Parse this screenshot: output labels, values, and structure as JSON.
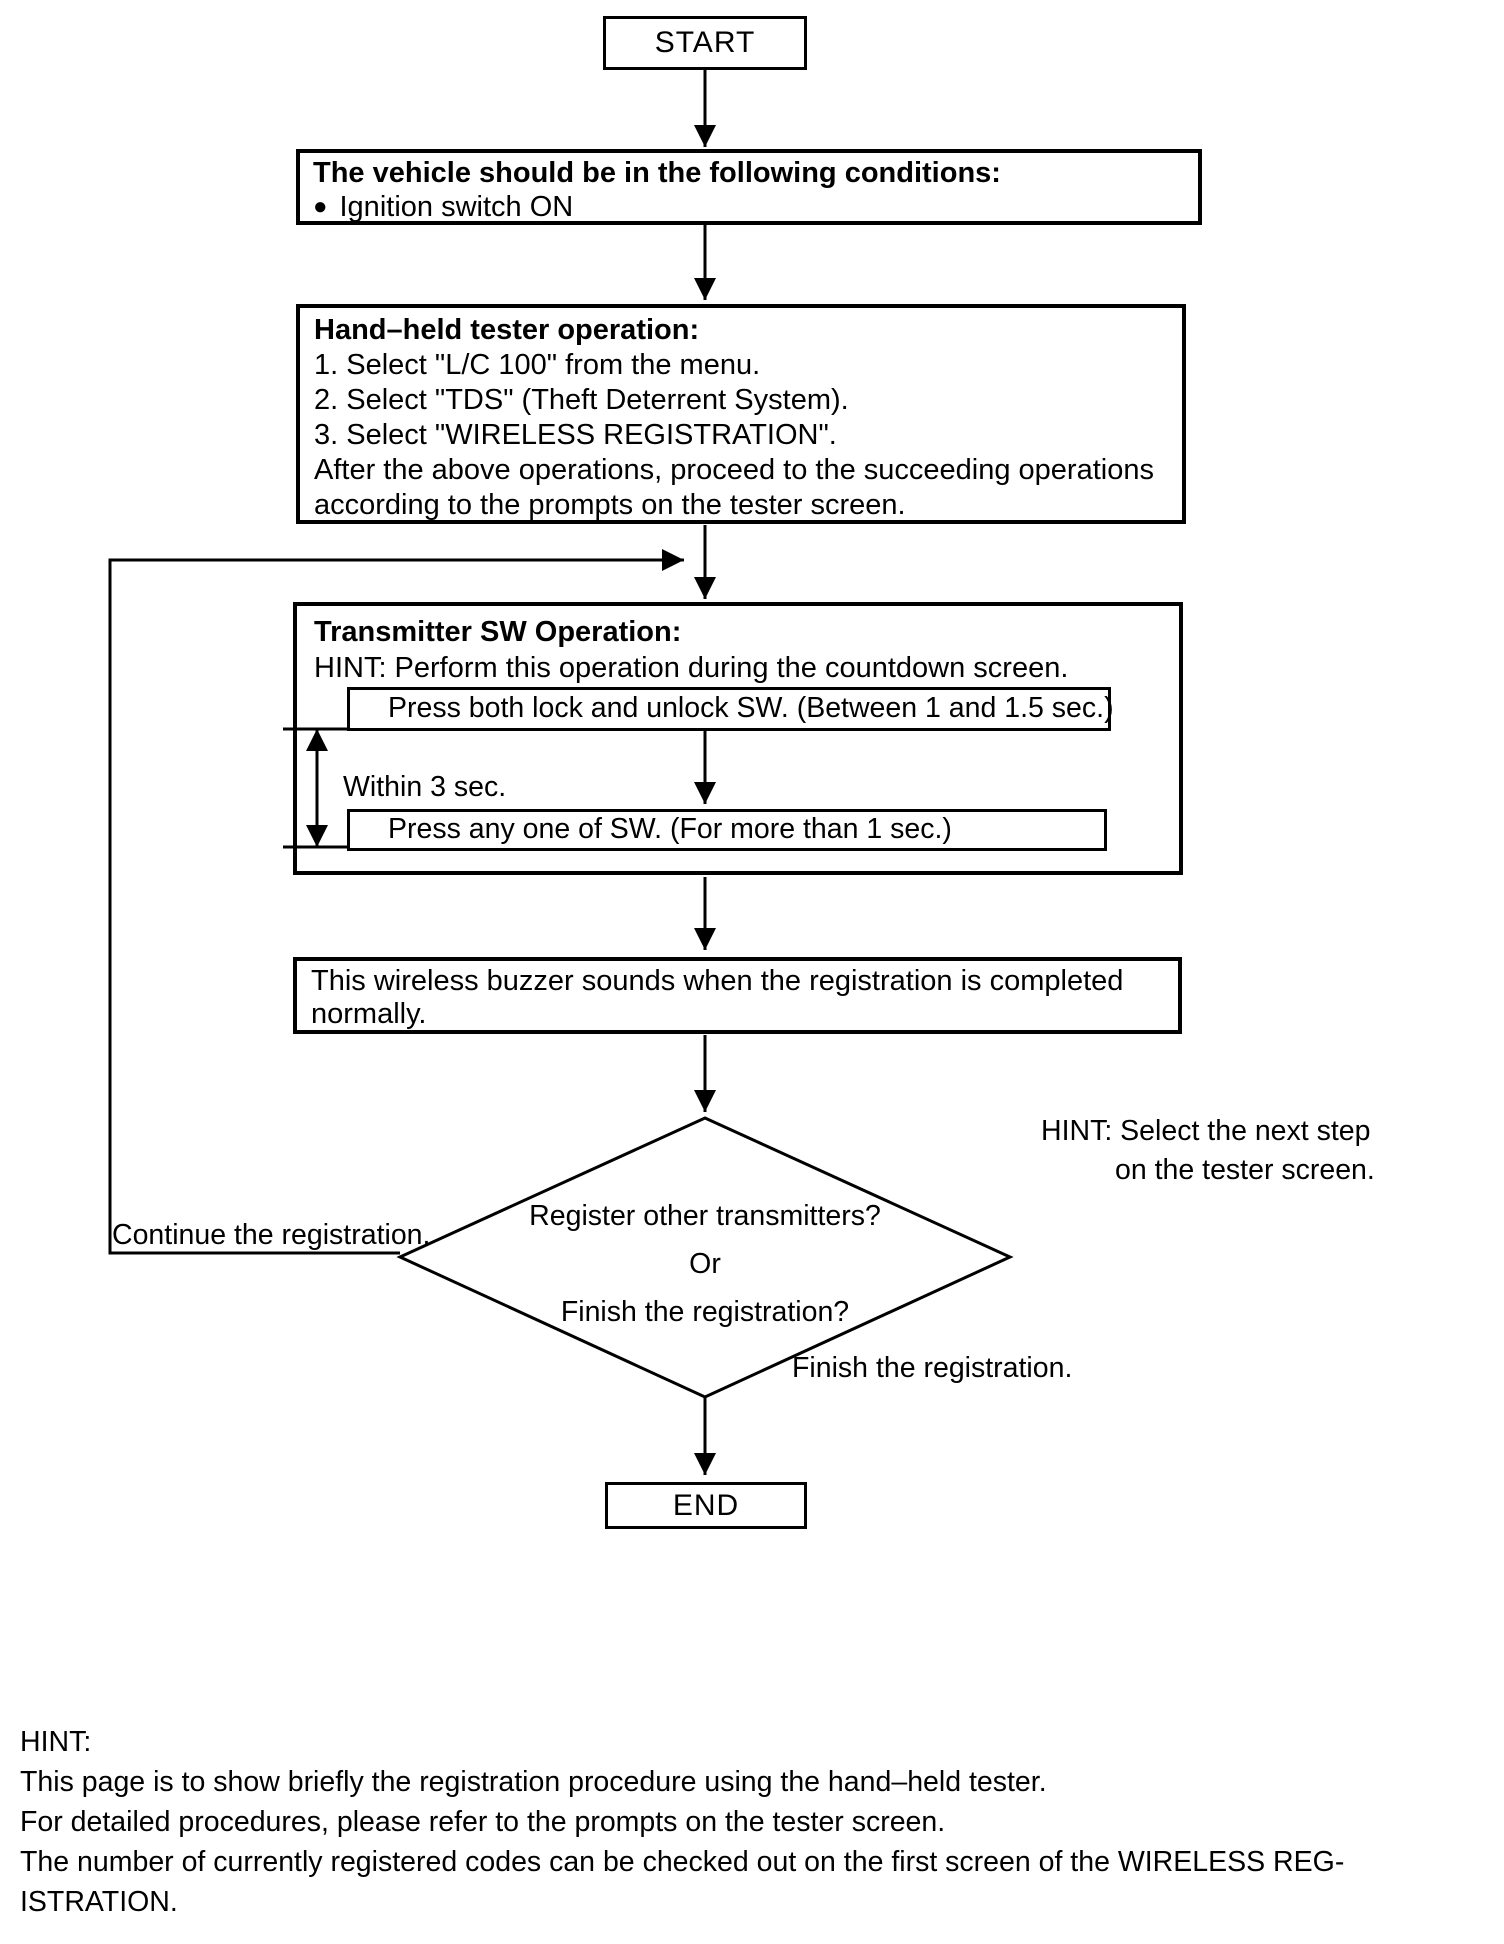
{
  "page": {
    "background": "#ffffff",
    "ink": "#000000"
  },
  "flowchart": {
    "start_label": "START",
    "end_label": "END",
    "bullet_glyph": "●",
    "vehicle_conditions": {
      "title": "The vehicle should be in the following conditions:",
      "items": [
        "Ignition switch ON"
      ]
    },
    "tester_operation": {
      "title": "Hand–held tester operation:",
      "steps": [
        "1. Select \"L/C 100\" from the menu.",
        "2. Select \"TDS\" (Theft Deterrent System).",
        "3. Select \"WIRELESS REGISTRATION\"."
      ],
      "note_lines": [
        "After the above operations, proceed to the succeeding operations",
        "according to the prompts on the tester screen."
      ]
    },
    "transmitter_operation": {
      "title": "Transmitter SW Operation:",
      "hint": "HINT: Perform this operation during the countdown screen.",
      "step1": "Press both lock and unlock SW. (Between 1 and 1.5 sec.)",
      "interval_label": "Within 3 sec.",
      "step2": "Press any one of SW. (For more than 1 sec.)"
    },
    "buzzer_note_lines": [
      "This wireless buzzer sounds when the registration is completed",
      "normally."
    ],
    "decision": {
      "lines": [
        "Register other transmitters?",
        "Or",
        "Finish the registration?"
      ]
    },
    "decision_hint_lines": [
      "HINT: Select the next step",
      "on the tester screen."
    ],
    "branch_continue_label": "Continue the registration.",
    "branch_finish_label": "Finish the registration."
  },
  "footer": {
    "heading": "HINT:",
    "lines": [
      "This page is to show briefly the registration procedure using the hand–held tester.",
      "For detailed procedures, please refer to the prompts on the tester screen.",
      "The number of currently registered codes can be checked out on the first screen of the WIRELESS REG-",
      "ISTRATION."
    ]
  }
}
